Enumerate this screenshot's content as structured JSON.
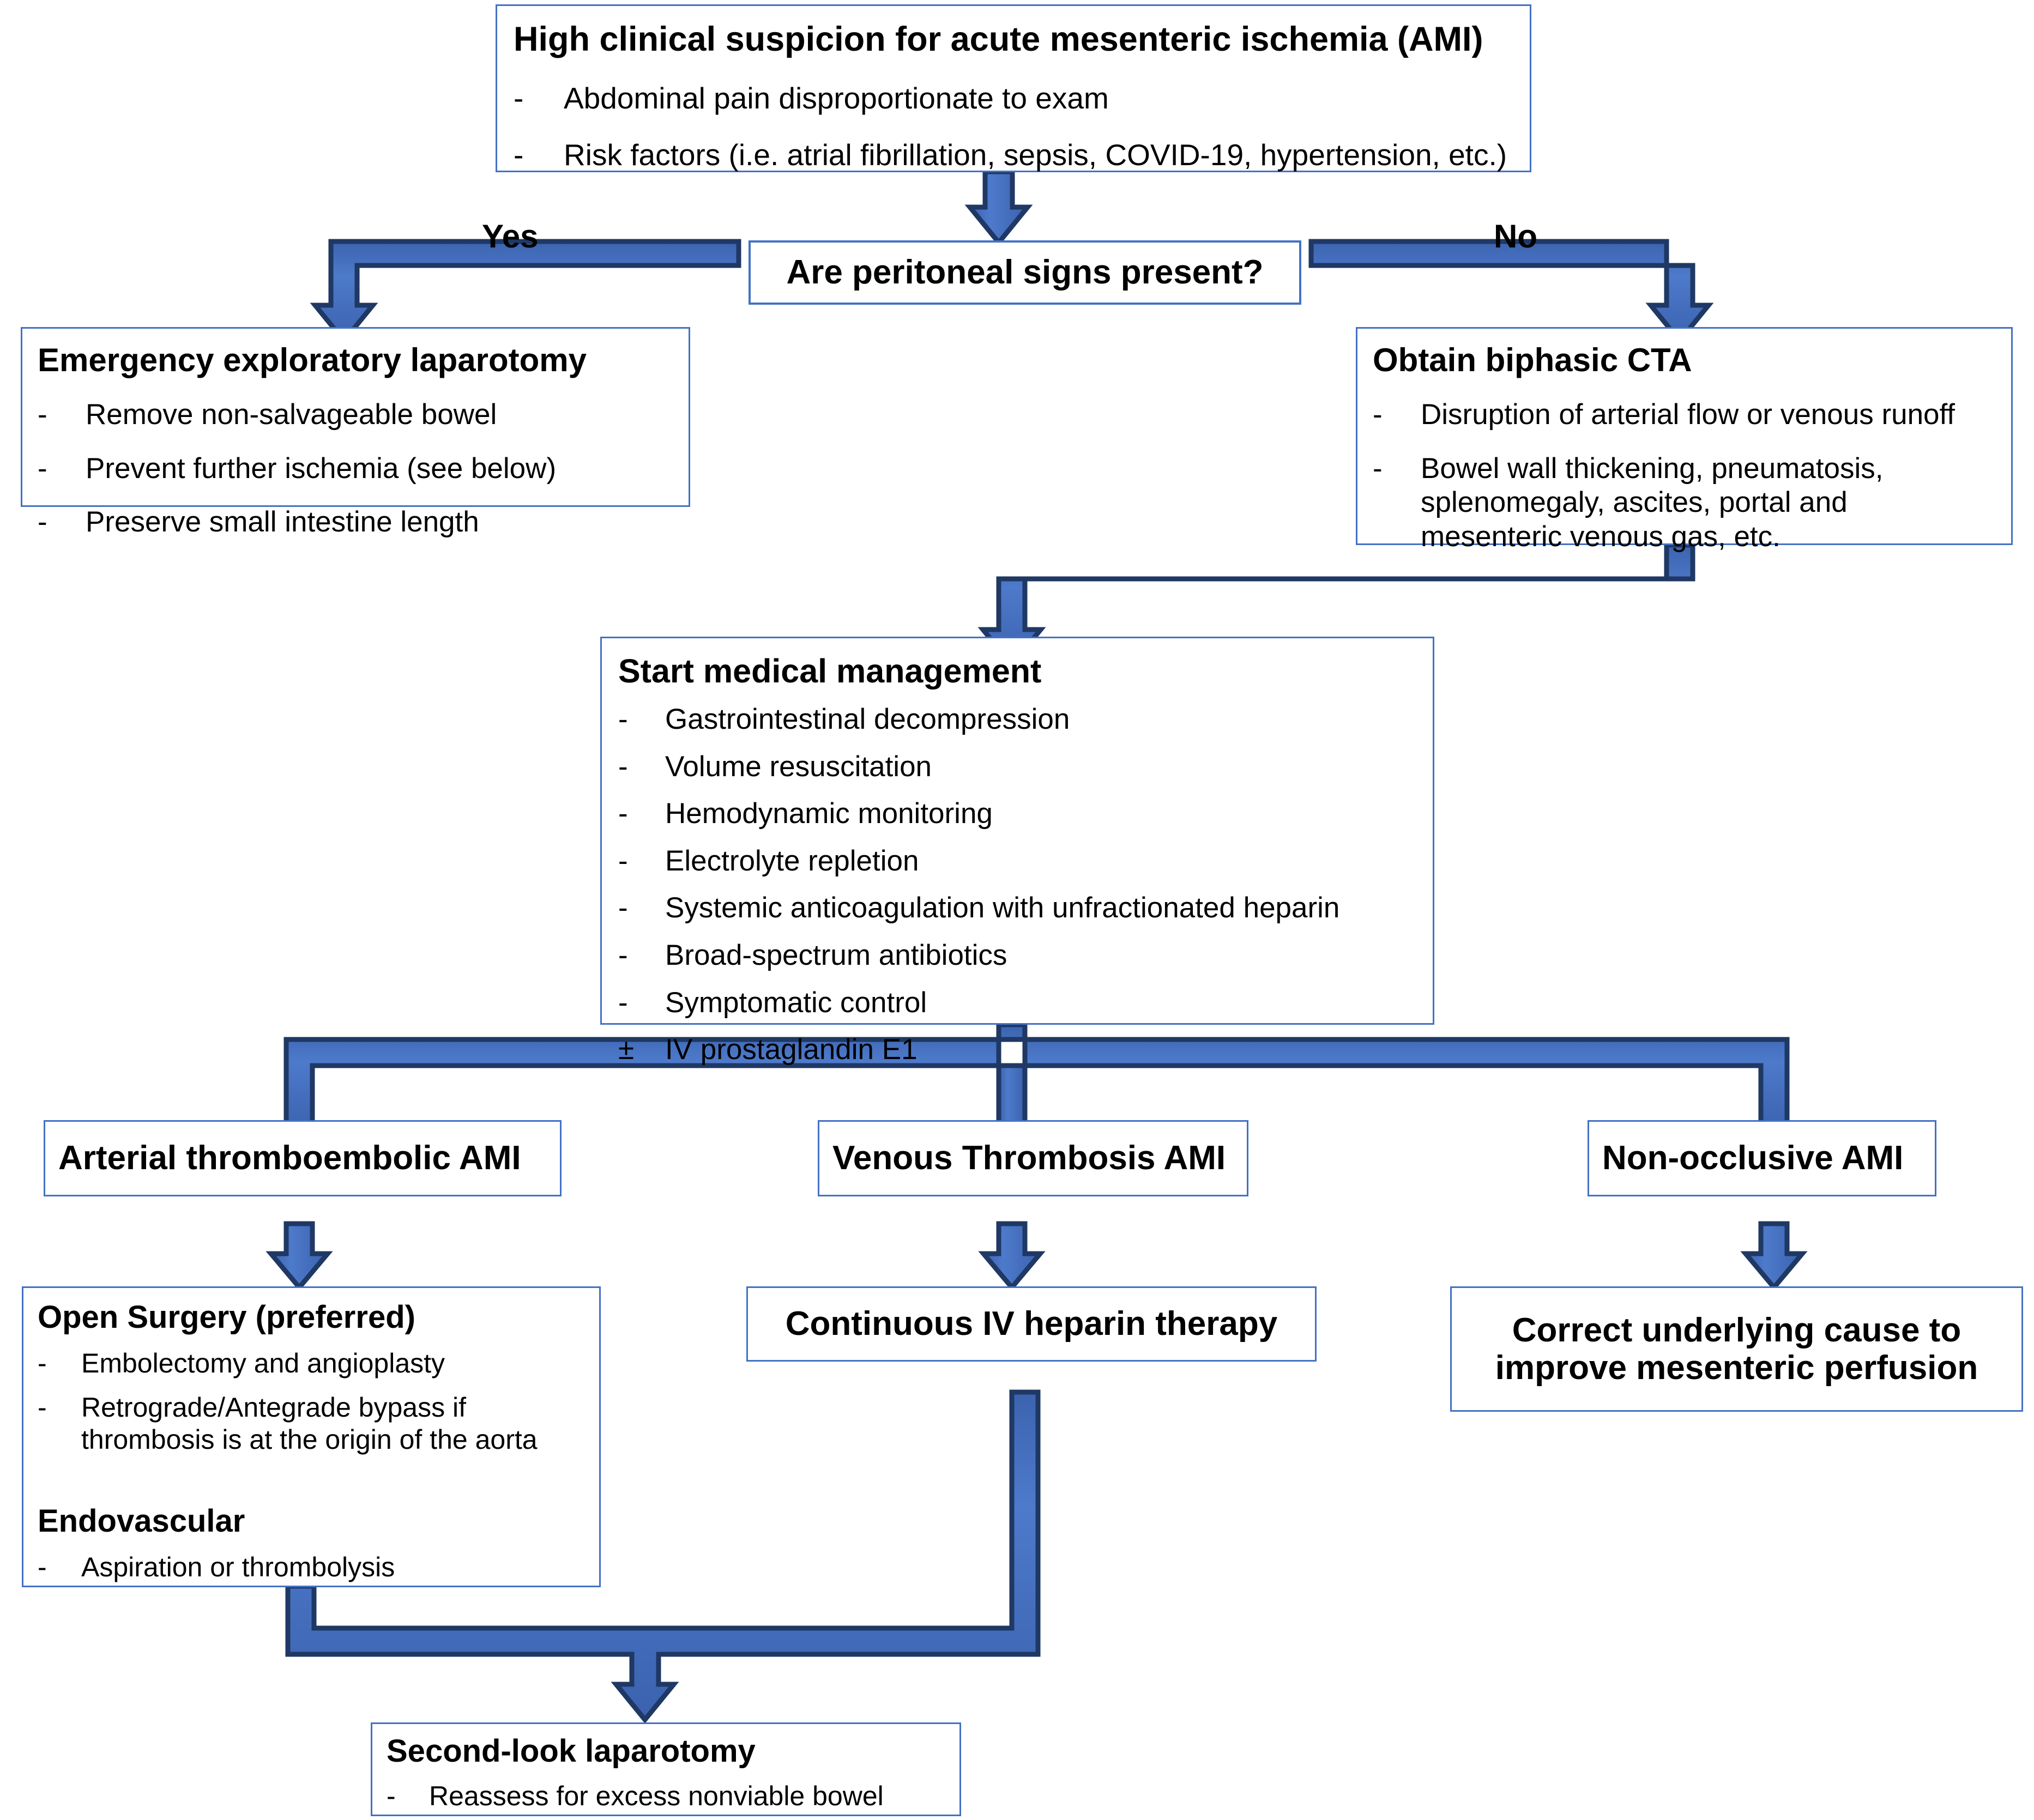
{
  "meta": {
    "title": "Acute mesenteric ischemia (AMI) management algorithm",
    "colors": {
      "box_border": "#4472C4",
      "arrow_fill": "#4472C4",
      "arrow_stroke": "#1F3864",
      "arrow_highlight": "#D6DFF2",
      "text": "#000000",
      "background": "#FFFFFF"
    }
  },
  "nodes": {
    "suspicion": {
      "title": "High clinical suspicion for acute mesenteric ischemia (AMI)",
      "bullets": [
        {
          "marker": "-",
          "text": "Abdominal pain disproportionate to exam"
        },
        {
          "marker": "-",
          "text": "Risk factors (i.e. atrial fibrillation, sepsis, COVID-19, hypertension, etc.)"
        }
      ]
    },
    "decision": {
      "title": "Are peritoneal signs present?"
    },
    "laparotomy": {
      "title": "Emergency exploratory laparotomy",
      "bullets": [
        {
          "marker": "-",
          "text": "Remove non-salvageable bowel"
        },
        {
          "marker": "-",
          "text": "Prevent further ischemia (see below)"
        },
        {
          "marker": "-",
          "text": "Preserve small intestine length"
        }
      ]
    },
    "cta": {
      "title": "Obtain biphasic CTA",
      "bullets": [
        {
          "marker": "-",
          "text": "Disruption of arterial flow or venous runoff"
        },
        {
          "marker": "-",
          "text": "Bowel wall thickening, pneumatosis, splenomegaly, ascites, portal and mesenteric venous gas, etc."
        }
      ]
    },
    "management": {
      "title": "Start medical management",
      "bullets": [
        {
          "marker": "-",
          "text": "Gastrointestinal decompression"
        },
        {
          "marker": "-",
          "text": "Volume resuscitation"
        },
        {
          "marker": "-",
          "text": "Hemodynamic monitoring"
        },
        {
          "marker": "-",
          "text": "Electrolyte repletion"
        },
        {
          "marker": "-",
          "text": "Systemic anticoagulation with unfractionated heparin"
        },
        {
          "marker": "-",
          "text": "Broad-spectrum antibiotics"
        },
        {
          "marker": "-",
          "text": "Symptomatic control"
        },
        {
          "marker": "±",
          "text": "IV prostaglandin E1"
        }
      ]
    },
    "arterial": {
      "title": "Arterial thromboembolic AMI"
    },
    "venous": {
      "title": "Venous Thrombosis AMI"
    },
    "nonocclusive": {
      "title": "Non-occlusive AMI"
    },
    "open_surgery": {
      "title": "Open Surgery (preferred)",
      "bullets": [
        {
          "marker": "-",
          "text": "Embolectomy and angioplasty"
        },
        {
          "marker": "-",
          "text": "Retrograde/Antegrade bypass if thrombosis is at the origin of the aorta"
        }
      ],
      "subtitle": "Endovascular",
      "sub_bullets": [
        {
          "marker": "-",
          "text": "Aspiration or thrombolysis"
        }
      ]
    },
    "heparin": {
      "title": "Continuous IV heparin therapy"
    },
    "correct_cause": {
      "title": "Correct underlying cause to improve mesenteric perfusion"
    },
    "second_look": {
      "title": "Second-look laparotomy",
      "bullets": [
        {
          "marker": "-",
          "text": "Reassess for excess nonviable bowel"
        }
      ]
    }
  },
  "edge_labels": {
    "yes": "Yes",
    "no": "No"
  }
}
